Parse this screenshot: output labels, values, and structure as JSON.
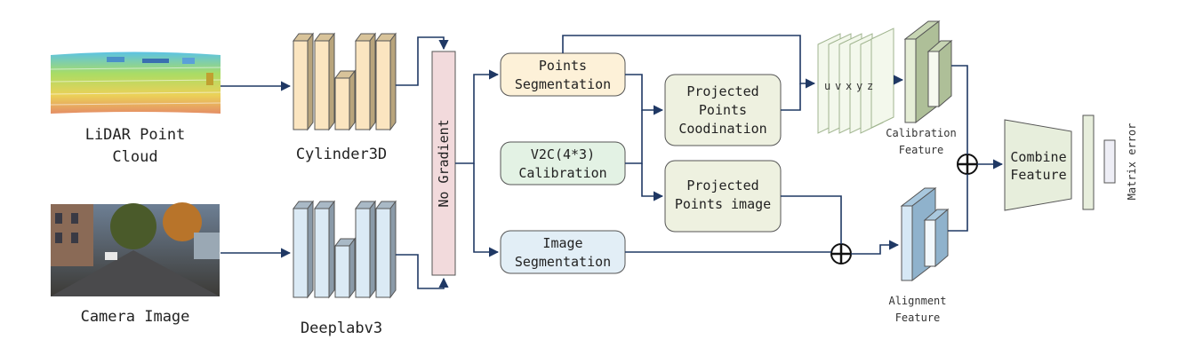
{
  "inputs": {
    "lidar_label_line1": "LiDAR Point",
    "lidar_label_line2": "Cloud",
    "camera_label": "Camera Image"
  },
  "encoders": {
    "lidar_encoder": "Cylinder3D",
    "camera_encoder": "Deeplabv3"
  },
  "gate": {
    "label": "No Gradient"
  },
  "modules": {
    "points_segmentation_line1": "Points",
    "points_segmentation_line2": "Segmentation",
    "v2c_line1": "V2C(4*3)",
    "v2c_line2": "Calibration",
    "image_segmentation_line1": "Image",
    "image_segmentation_line2": "Segmentation",
    "projected_coord_line1": "Projected",
    "projected_coord_line2": "Points",
    "projected_coord_line3": "Coodination",
    "projected_image_line1": "Projected",
    "projected_image_line2": "Points image"
  },
  "features": {
    "channel_labels": [
      "u",
      "v",
      "x",
      "y",
      "z"
    ],
    "calibration_line1": "Calibration",
    "calibration_line2": "Feature",
    "alignment_line1": "Alignment",
    "alignment_line2": "Feature",
    "combine_line1": "Combine",
    "combine_line2": "Feature",
    "output_label": "Matrix error"
  },
  "colors": {
    "arrow": "#1f3864",
    "lidar_encoder_fill": "#fbe5c0",
    "camera_encoder_fill": "#dbeaf5",
    "gate_fill": "#f2dadc",
    "points_seg_fill": "#fdf1d8",
    "v2c_fill": "#e3f2e4",
    "image_seg_fill": "#e2eef6",
    "projected_fill": "#eef1e0",
    "calib_feature_fill": "#e5edd6",
    "align_feature_fill": "#d6e8f5",
    "combine_fill": "#e7eedc"
  }
}
